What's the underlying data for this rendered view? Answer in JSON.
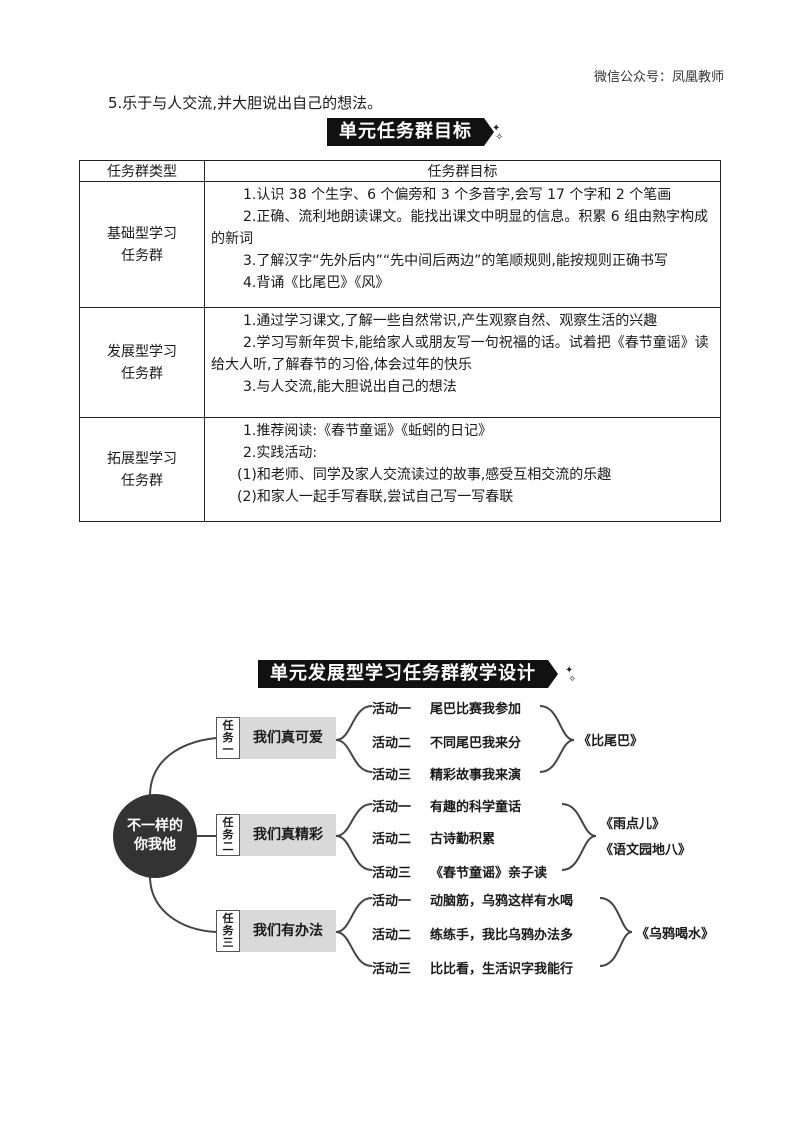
{
  "header": {
    "watermark": "微信公众号：凤凰教师"
  },
  "intro": "5.乐于与人交流,并大胆说出自己的想法。",
  "section1": {
    "title": "单元任务群目标",
    "table": {
      "headers": [
        "任务群类型",
        "任务群目标"
      ],
      "rows": [
        {
          "type_line1": "基础型学习",
          "type_line2": "任务群",
          "items": [
            "1.认识 38 个生字、6 个偏旁和 3 个多音字,会写 17 个字和 2 个笔画",
            "2.正确、流利地朗读课文。能找出课文中明显的信息。积累 6 组由熟字构成的新词",
            "3.了解汉字“先外后内”“先中间后两边”的笔顺规则,能按规则正确书写",
            "4.背诵《比尾巴》《风》"
          ]
        },
        {
          "type_line1": "发展型学习",
          "type_line2": "任务群",
          "items": [
            "1.通过学习课文,了解一些自然常识,产生观察自然、观察生活的兴趣",
            "2.学习写新年贺卡,能给家人或朋友写一句祝福的话。试着把《春节童谣》读给大人听,了解春节的习俗,体会过年的快乐",
            "3.与人交流,能大胆说出自己的想法"
          ]
        },
        {
          "type_line1": "拓展型学习",
          "type_line2": "任务群",
          "items": [
            "1.推荐阅读:《春节童谣》《蚯蚓的日记》",
            "2.实践活动:",
            "(1)和老师、同学及家人交流读过的故事,感受互相交流的乐趣",
            "(2)和家人一起手写春联,尝试自己写一写春联"
          ]
        }
      ]
    }
  },
  "section2": {
    "title": "单元发展型学习任务群教学设计",
    "center": {
      "line1": "不一样的",
      "line2": "你我他"
    },
    "tasks": [
      {
        "tag": [
          "任",
          "务",
          "一"
        ],
        "name": "我们真可爱",
        "activities": [
          {
            "num": "活动一",
            "text": "尾巴比赛我参加"
          },
          {
            "num": "活动二",
            "text": "不同尾巴我来分"
          },
          {
            "num": "活动三",
            "text": "精彩故事我来演"
          }
        ],
        "books": [
          "《比尾巴》"
        ]
      },
      {
        "tag": [
          "任",
          "务",
          "二"
        ],
        "name": "我们真精彩",
        "activities": [
          {
            "num": "活动一",
            "text": "有趣的科学童话"
          },
          {
            "num": "活动二",
            "text": "古诗勤积累"
          },
          {
            "num": "活动三",
            "text": "《春节童谣》亲子读"
          }
        ],
        "books": [
          "《雨点儿》",
          "《语文园地八》"
        ]
      },
      {
        "tag": [
          "任",
          "务",
          "三"
        ],
        "name": "我们有办法",
        "activities": [
          {
            "num": "活动一",
            "text": "动脑筋，乌鸦这样有水喝"
          },
          {
            "num": "活动二",
            "text": "练练手，我比乌鸦办法多"
          },
          {
            "num": "活动三",
            "text": "比比看，生活识字我能行"
          }
        ],
        "books": [
          "《乌鸦喝水》"
        ]
      }
    ]
  }
}
